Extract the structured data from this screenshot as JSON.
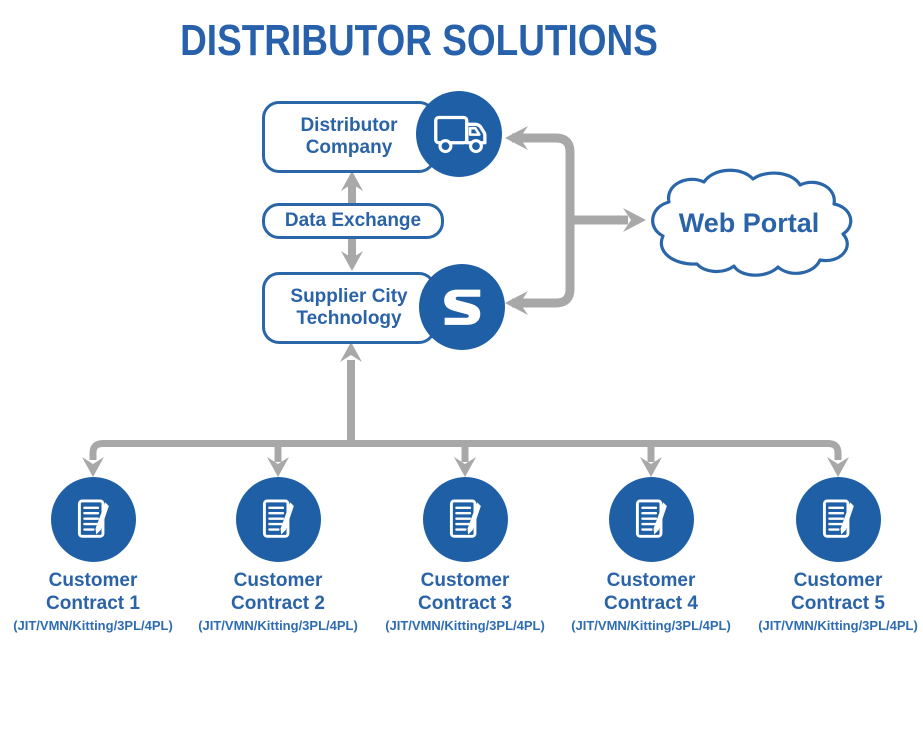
{
  "title": "DISTRIBUTOR SOLUTIONS",
  "colors": {
    "blue_circle": "#1f5fa6",
    "blue_text": "#2b63a8",
    "blue_border": "#2a66a8",
    "blue_title": "#2760ab",
    "blue_sub": "#2e6cb4",
    "gray_arrow": "#a8a8a8"
  },
  "nodes": {
    "distributor": {
      "line1": "Distributor",
      "line2": "Company",
      "icon": "truck-icon"
    },
    "data_exchange": {
      "label": "Data Exchange"
    },
    "supplier": {
      "line1": "Supplier City",
      "line2": "Technology",
      "icon": "s-logo-icon"
    },
    "web_portal": {
      "label": "Web Portal"
    }
  },
  "contracts": [
    {
      "line1": "Customer",
      "line2": "Contract 1",
      "subtitle": "(JIT/VMN/Kitting/3PL/4PL)",
      "icon": "document-icon"
    },
    {
      "line1": "Customer",
      "line2": "Contract 2",
      "subtitle": "(JIT/VMN/Kitting/3PL/4PL)",
      "icon": "document-icon"
    },
    {
      "line1": "Customer",
      "line2": "Contract 3",
      "subtitle": "(JIT/VMN/Kitting/3PL/4PL)",
      "icon": "document-icon"
    },
    {
      "line1": "Customer",
      "line2": "Contract 4",
      "subtitle": "(JIT/VMN/Kitting/3PL/4PL)",
      "icon": "document-icon"
    },
    {
      "line1": "Customer",
      "line2": "Contract 5",
      "subtitle": "(JIT/VMN/Kitting/3PL/4PL)",
      "icon": "document-icon"
    }
  ]
}
